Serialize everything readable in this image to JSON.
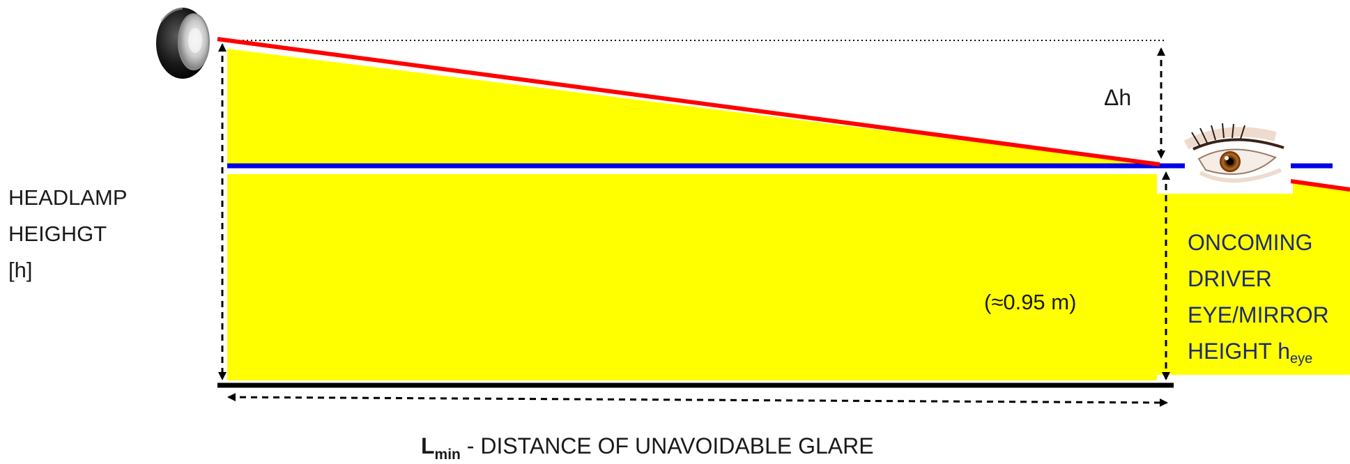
{
  "diagram": {
    "headlamp_label": [
      "HEADLAMP",
      "HEIGHGT",
      "[h]"
    ],
    "delta_label": "Δh",
    "eye_height_value": "(≈0.95 m)",
    "oncoming_label": [
      "ONCOMING",
      "DRIVER",
      "EYE/MIRROR"
    ],
    "oncoming_last_line": "HEIGHT h",
    "oncoming_subscript": "eye",
    "distance_symbol": "L",
    "distance_subscript": "min",
    "distance_text": " - DISTANCE OF UNAVOIDABLE GLARE"
  },
  "colors": {
    "fill": "#ffff00",
    "beam_line": "#ff0000",
    "eye_line": "#0000e6",
    "ground": "#000000",
    "oncoming_text": "#1d2b6e"
  },
  "icons": [
    "headlamp-icon",
    "eye-icon"
  ]
}
